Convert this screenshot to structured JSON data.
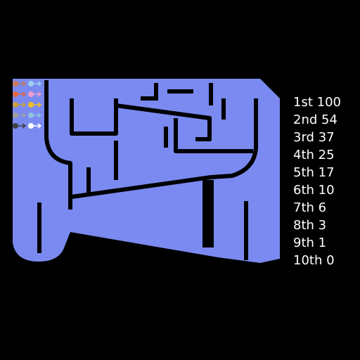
{
  "game": {
    "track_color": "#7a8af0",
    "wall_color": "#000000",
    "background_color": "#000000"
  },
  "racers": [
    {
      "color": "#c87a5a",
      "icon": "racer-icon"
    },
    {
      "color": "#9ad0f0",
      "icon": "racer-icon"
    },
    {
      "color": "#e06840",
      "icon": "racer-icon"
    },
    {
      "color": "#f0a0d0",
      "icon": "racer-icon"
    },
    {
      "color": "#c8a040",
      "icon": "racer-icon"
    },
    {
      "color": "#f0c020",
      "icon": "racer-icon"
    },
    {
      "color": "#a0a0a0",
      "icon": "racer-icon"
    },
    {
      "color": "#90c0e0",
      "icon": "racer-icon"
    },
    {
      "color": "#404040",
      "icon": "racer-icon"
    },
    {
      "color": "#ffffff",
      "icon": "racer-icon"
    }
  ],
  "leaderboard": [
    {
      "rank": "1st",
      "score": "100"
    },
    {
      "rank": "2nd",
      "score": "54"
    },
    {
      "rank": "3rd",
      "score": "37"
    },
    {
      "rank": "4th",
      "score": "25"
    },
    {
      "rank": "5th",
      "score": "17"
    },
    {
      "rank": "6th",
      "score": "10"
    },
    {
      "rank": "7th",
      "score": "6"
    },
    {
      "rank": "8th",
      "score": "3"
    },
    {
      "rank": "9th",
      "score": "1"
    },
    {
      "rank": "10th",
      "score": "0"
    }
  ]
}
